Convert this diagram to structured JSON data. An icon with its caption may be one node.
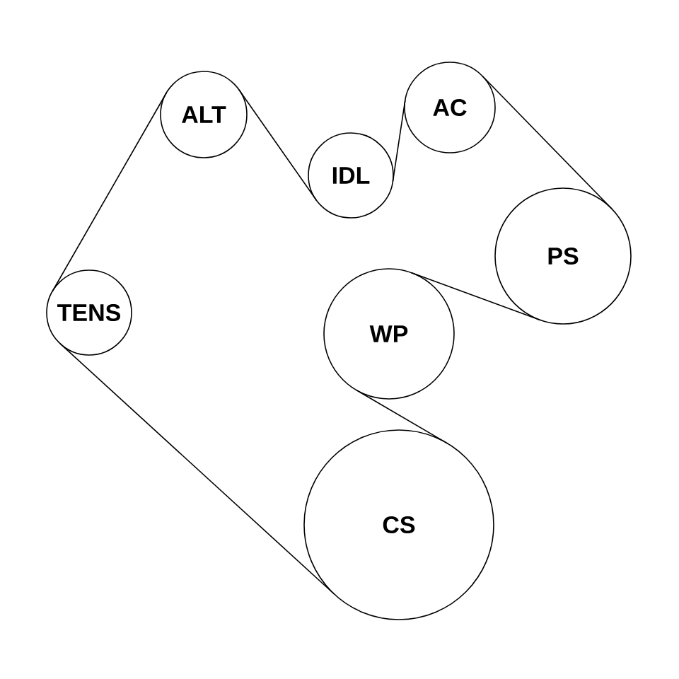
{
  "diagram": {
    "nodes": [
      {
        "text": [
          "AC"
        ]
      },
      {
        "text": [
          "ALT"
        ]
      },
      {
        "text": [
          "IDL"
        ]
      },
      {
        "text": [
          "PS"
        ]
      },
      {
        "text": [
          "TENS"
        ]
      },
      {
        "text": [
          "WP"
        ]
      },
      {
        "text": [
          "CS"
        ]
      }
    ],
    "edges": [
      {
        "from": 1,
        "to": 2,
        "arrow": "none"
      },
      {
        "from": 2,
        "to": 0,
        "arrow": "none"
      },
      {
        "from": 0,
        "to": 3,
        "arrow": "none"
      },
      {
        "from": 3,
        "to": 5,
        "arrow": "none"
      },
      {
        "from": 5,
        "to": 6,
        "arrow": "none"
      },
      {
        "from": 6,
        "to": 4,
        "arrow": "none"
      },
      {
        "from": 4,
        "to": 1,
        "arrow": "none"
      }
    ]
  }
}
